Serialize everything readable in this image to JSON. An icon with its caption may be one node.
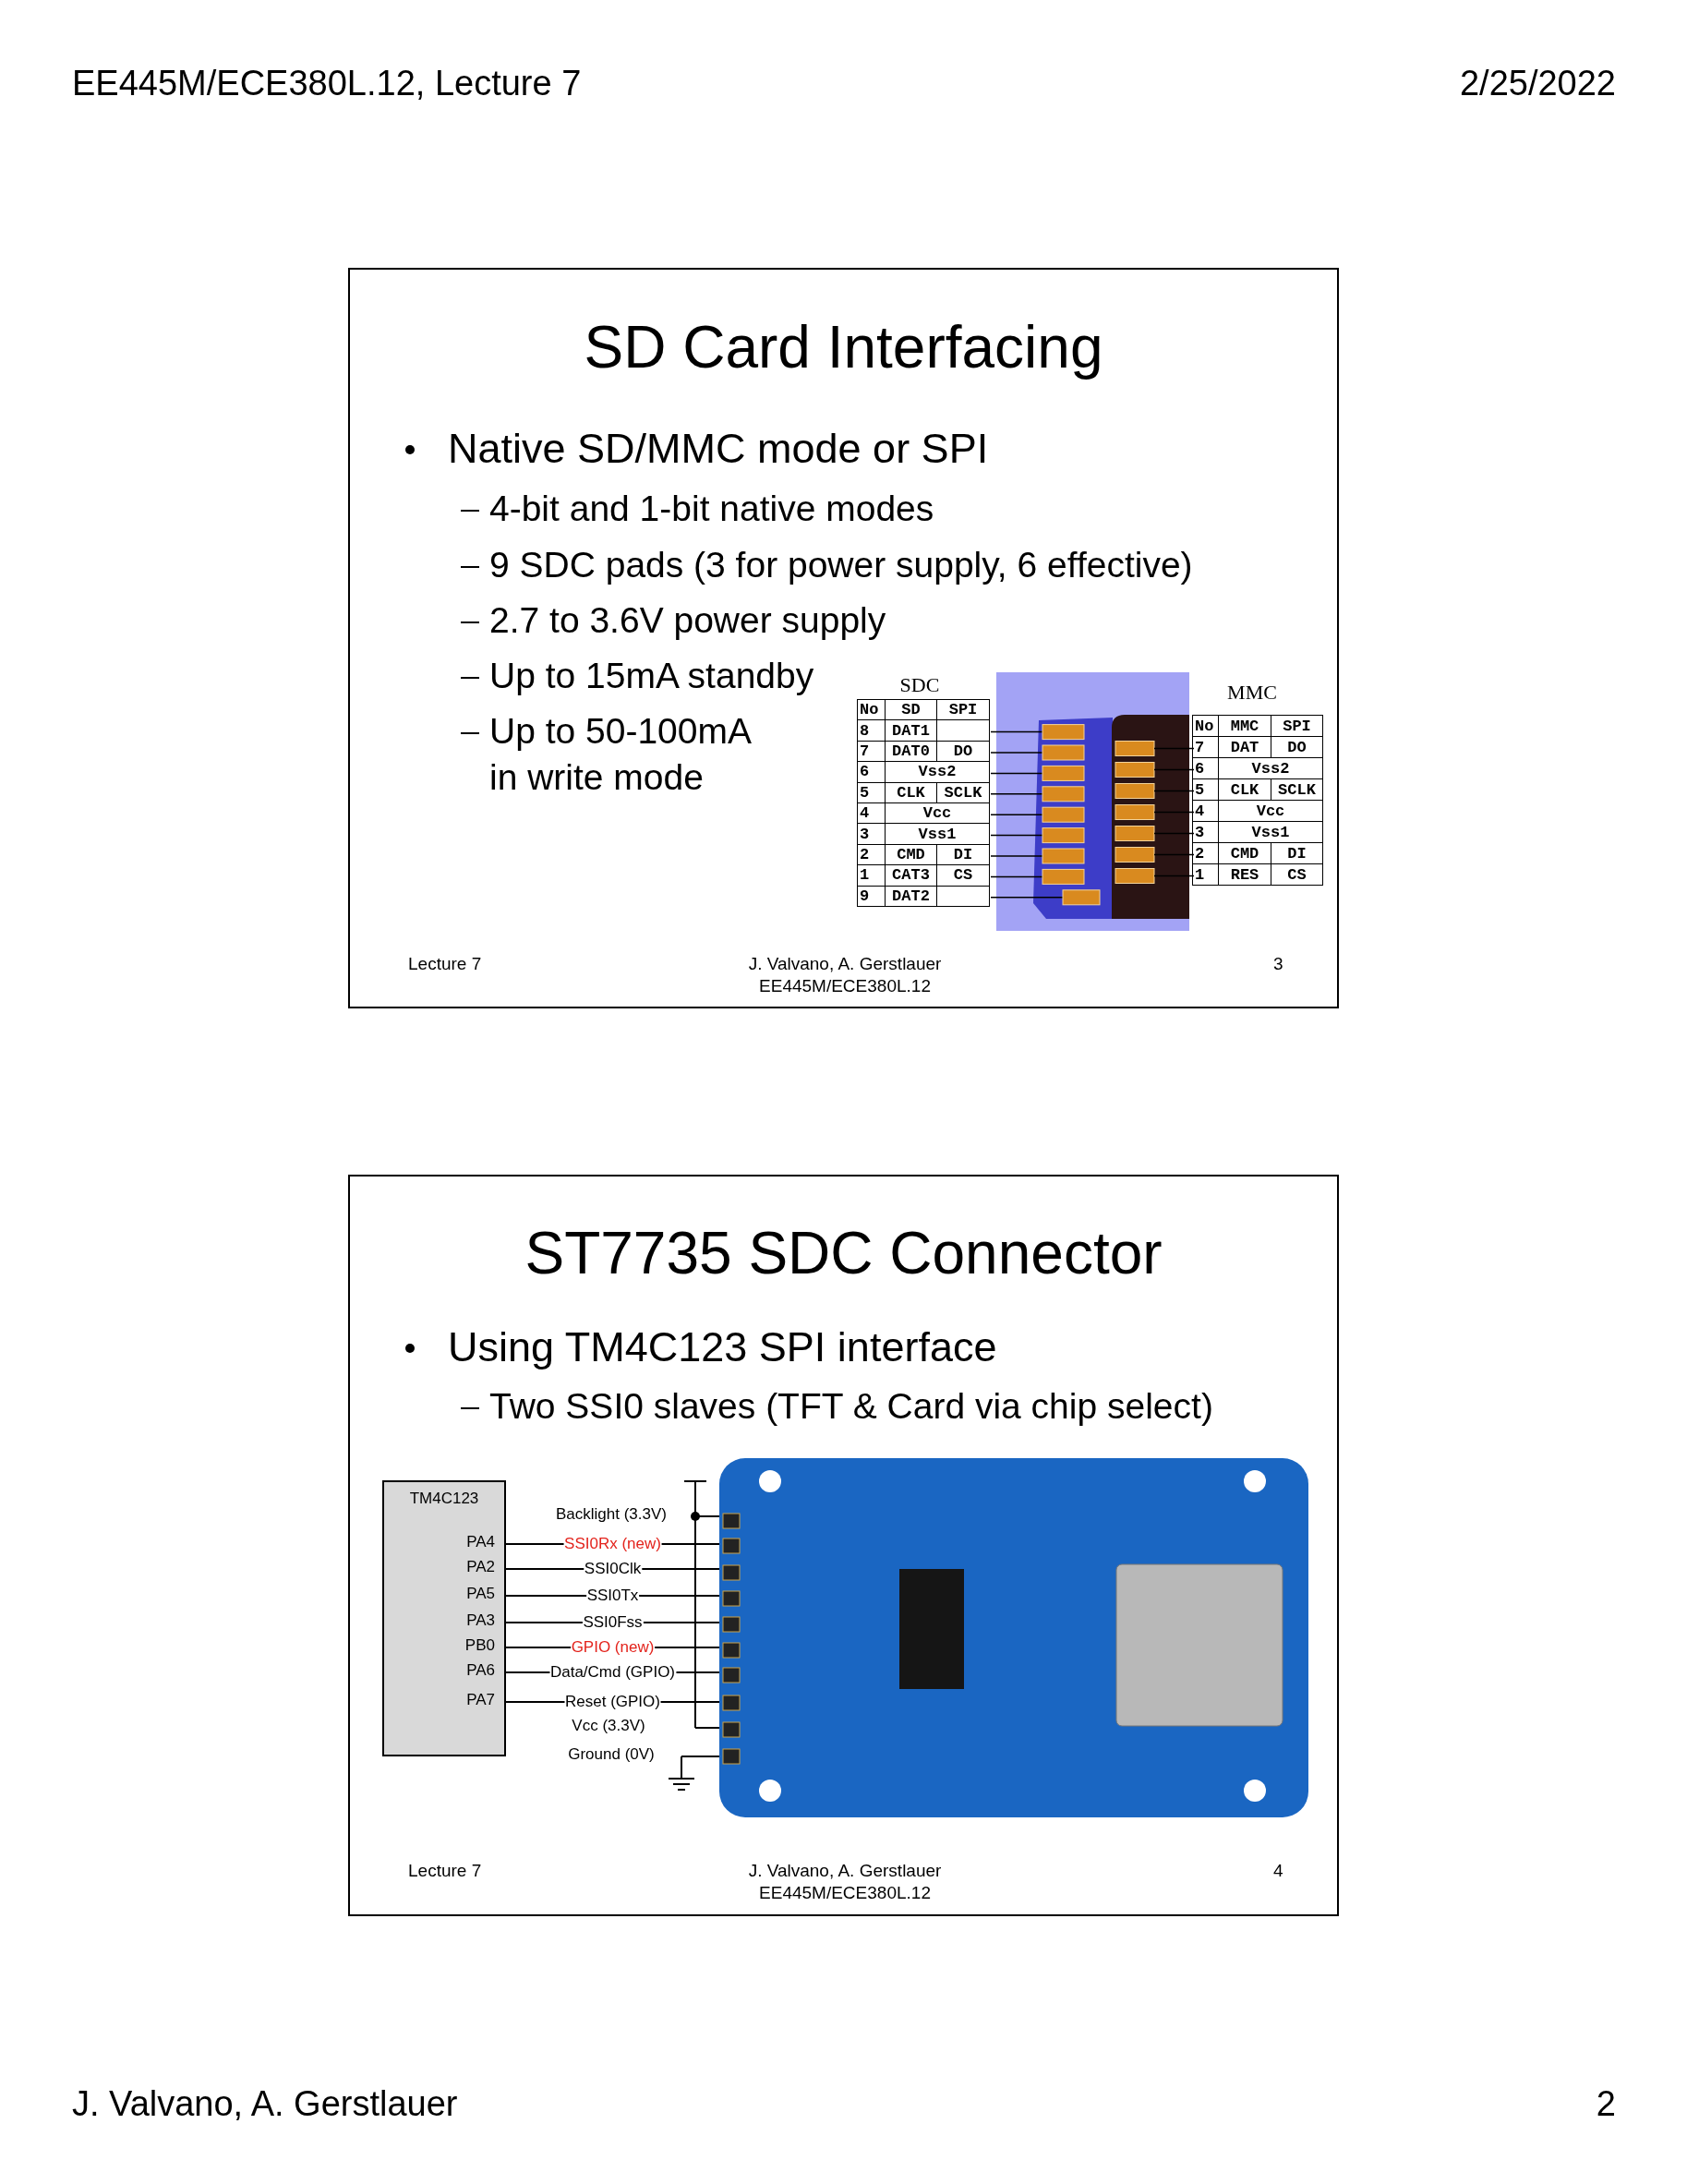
{
  "diagram": {
    "nodes": [
      {
        "text": [
          "SD Card Interfacing",
          "Native SD/MMC mode or SPI",
          "4-bit and 1-bit native modes",
          "9 SDC pads (3 for power supply, 6 effective)",
          "2.7 to 3.6V power supply",
          "Up to 15mA standby",
          "Up to 50-100mA in write mode",
          "Lecture 7",
          "J. Valvano, A. Gerstlauer",
          "EE445M/ECE380L.12",
          "3"
        ]
      },
      {
        "text": [],
        "shape": "picture",
        "in": 0
      },
      {
        "text": [
          "ST7735 SDC Connector",
          "Using TM4C123 SPI interface",
          "Two SSI0 slaves (TFT & Card via chip select)",
          "Lecture 7",
          "J. Valvano, A. Gerstlauer",
          "EE445M/ECE380L.12",
          "4"
        ]
      },
      {
        "text": [
          "TM4C123"
        ],
        "in": 2
      },
      {
        "text": [],
        "shape": "picture",
        "in": 2
      }
    ],
    "edges": [
      {
        "from": 3,
        "to": 4,
        "arrow": "none",
        "label": "SSI0Rx (new)"
      },
      {
        "from": 3,
        "to": 4,
        "arrow": "none",
        "label": "SSI0Clk"
      },
      {
        "from": 3,
        "to": 4,
        "arrow": "none",
        "label": "SSI0Tx"
      },
      {
        "from": 3,
        "to": 4,
        "arrow": "none",
        "label": "SSI0Fss"
      },
      {
        "from": 3,
        "to": 4,
        "arrow": "none",
        "label": "GPIO (new)"
      },
      {
        "from": 3,
        "to": 4,
        "arrow": "none",
        "label": "Data/Cmd (GPIO)"
      },
      {
        "from": 3,
        "to": 4,
        "arrow": "none",
        "label": "Reset (GPIO)"
      }
    ],
    "labels": [
      "EE445M/ECE380L.12, Lecture 7",
      "2/25/2022",
      "SDC",
      "No",
      "SD",
      "SPI",
      "8",
      "DAT1",
      "7",
      "DAT0",
      "DO",
      "6",
      "Vss2",
      "5",
      "CLK",
      "SCLK",
      "4",
      "Vcc",
      "3",
      "Vss1",
      "2",
      "CMD",
      "DI",
      "1",
      "CAT3",
      "CS",
      "9",
      "DAT2",
      "MMC",
      "No",
      "MMC",
      "SPI",
      "7",
      "DAT",
      "DO",
      "6",
      "Vss2",
      "5",
      "CLK",
      "SCLK",
      "4",
      "Vcc",
      "3",
      "Vss1",
      "2",
      "CMD",
      "DI",
      "1",
      "RES",
      "CS",
      "Backlight (3.3V)",
      "PA4",
      "PA2",
      "PA5",
      "PA3",
      "PB0",
      "PA6",
      "PA7",
      "Vcc (3.3V)",
      "Ground (0V)",
      "J. Valvano, A. Gerstlauer",
      "2"
    ]
  }
}
